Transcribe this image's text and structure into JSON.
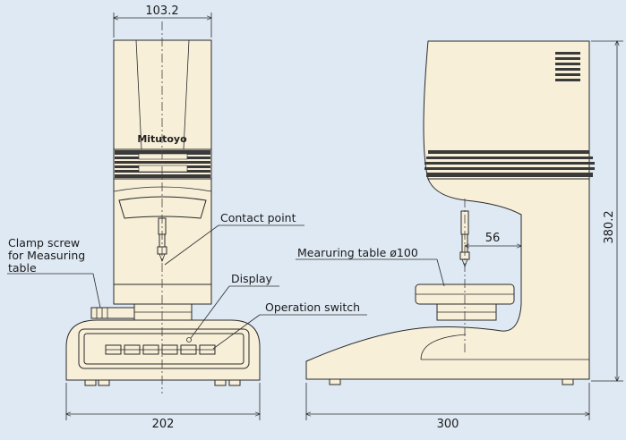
{
  "dimensions": {
    "top_width": "103.2",
    "base_width": "202",
    "depth": "300",
    "height": "380.2",
    "tip_offset": "56"
  },
  "labels": {
    "contact_point": "Contact point",
    "measuring_table": "Mearuring table ø100",
    "clamp_line1": "Clamp screw",
    "clamp_line2": "for Measuring",
    "clamp_line3": "table",
    "display": "Display",
    "operation_switch": "Operation switch"
  },
  "brand": "Mitutoyo",
  "colors": {
    "background": "#dfe9f4",
    "body": "#f7efd8",
    "line": "#2a2a2a"
  }
}
